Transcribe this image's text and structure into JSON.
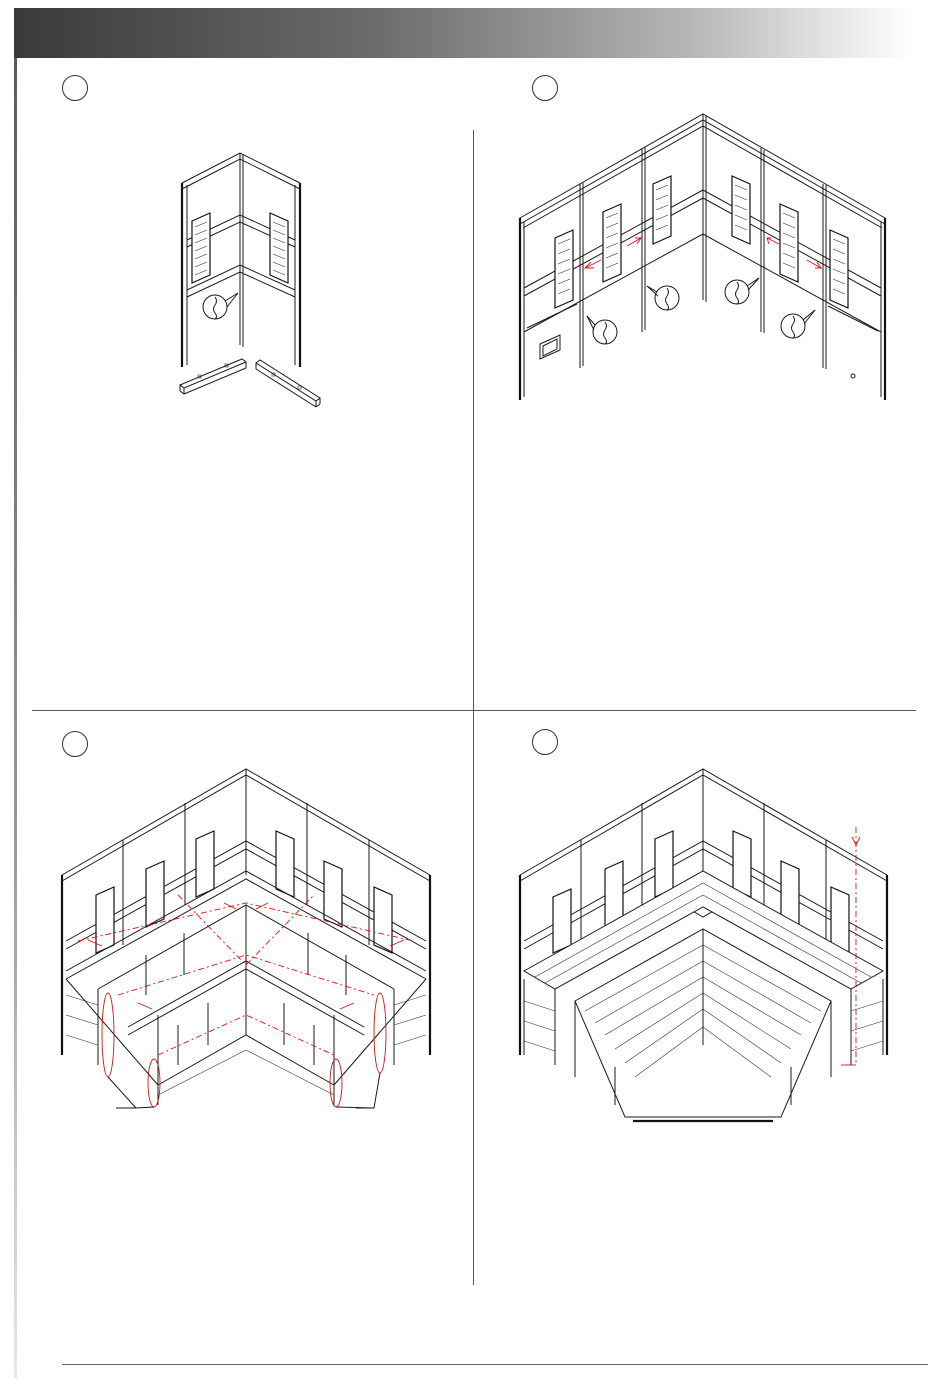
{
  "page": {
    "header": {
      "color_dark": "#3a3a3a",
      "color_light": "#ffffff"
    },
    "steps": [
      {
        "id": "step-1",
        "label": ""
      },
      {
        "id": "step-2",
        "label": ""
      },
      {
        "id": "step-3",
        "label": ""
      },
      {
        "id": "step-4",
        "label": ""
      }
    ],
    "accent_color": "#dd1111",
    "line_color": "#1a1a1a"
  }
}
